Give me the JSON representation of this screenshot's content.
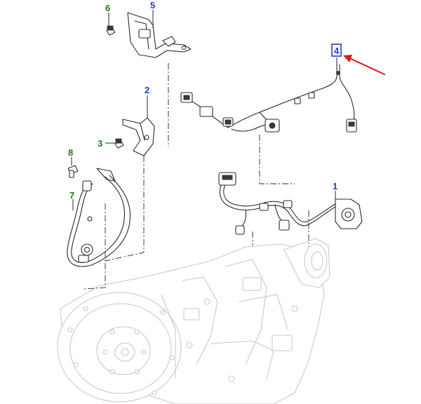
{
  "diagram": {
    "callouts": [
      {
        "id": "c1",
        "label": "1",
        "color": "#1f3fd1"
      },
      {
        "id": "c2",
        "label": "2",
        "color": "#1f3fd1"
      },
      {
        "id": "c3",
        "label": "3",
        "color": "#1e7a1e"
      },
      {
        "id": "c4",
        "label": "4",
        "color": "#1f3fd1",
        "highlighted": true
      },
      {
        "id": "c5",
        "label": "5",
        "color": "#1f3fd1"
      },
      {
        "id": "c6",
        "label": "6",
        "color": "#1e7a1e"
      },
      {
        "id": "c7",
        "label": "7",
        "color": "#1e7a1e"
      },
      {
        "id": "c8",
        "label": "8",
        "color": "#1e7a1e"
      }
    ],
    "pointer_arrow_color": "#e0141e",
    "highlight_box_color": "#1f3fd1",
    "transmission_outline_color": "#c9c9c9"
  }
}
